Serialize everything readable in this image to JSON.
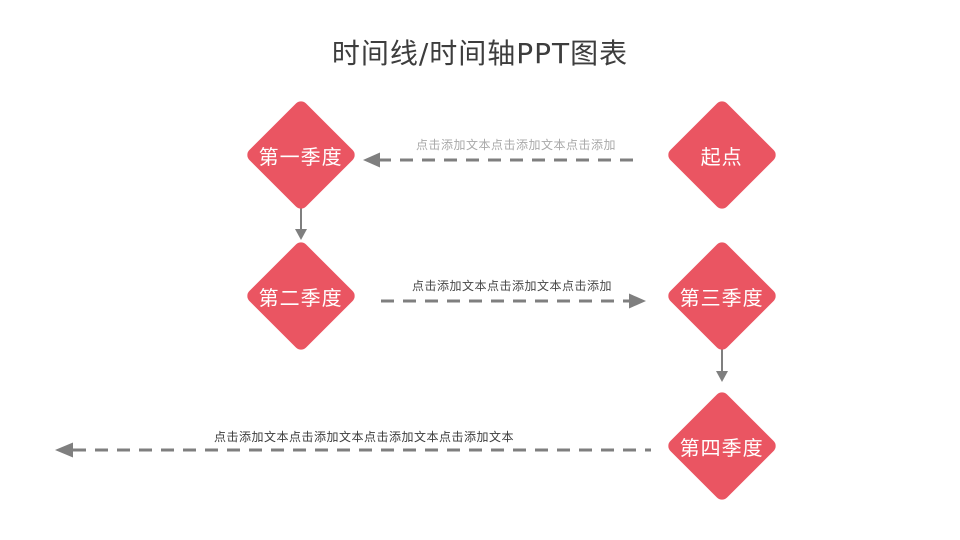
{
  "title": "时间线/时间轴PPT图表",
  "colors": {
    "diamond_fill": "#EA5562",
    "diamond_text": "#FFFFFF",
    "title_color": "#3D3D3D",
    "connector_color": "#7F7F7F",
    "label_light": "#A9A9A9",
    "label_mid": "#474747",
    "label_dark": "#3C3C3C"
  },
  "nodes": [
    {
      "id": "start",
      "label": "起点"
    },
    {
      "id": "q1",
      "label": "第一季度"
    },
    {
      "id": "q2",
      "label": "第二季度"
    },
    {
      "id": "q3",
      "label": "第三季度"
    },
    {
      "id": "q4",
      "label": "第四季度"
    }
  ],
  "connectors": [
    {
      "from": "start",
      "to": "q1",
      "direction": "left",
      "style": "dashed",
      "label": "点击添加文本点击添加文本点击添加"
    },
    {
      "from": "q1",
      "to": "q2",
      "direction": "down",
      "style": "solid",
      "label": ""
    },
    {
      "from": "q2",
      "to": "q3",
      "direction": "right",
      "style": "dashed",
      "label": "点击添加文本点击添加文本点击添加"
    },
    {
      "from": "q3",
      "to": "q4",
      "direction": "down",
      "style": "solid",
      "label": ""
    },
    {
      "from": "q4",
      "to": "slide-edge",
      "direction": "left",
      "style": "dashed",
      "label": "点击添加文本点击添加文本点击添加文本点击添加文本"
    }
  ]
}
